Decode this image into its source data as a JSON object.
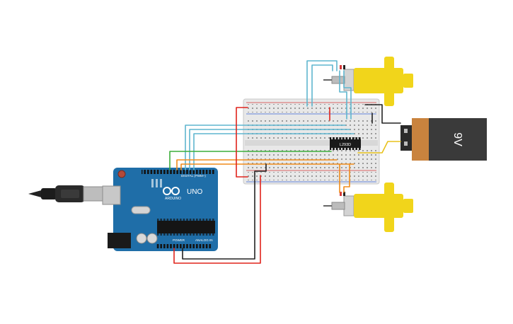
{
  "canvas": {
    "background": "#ffffff"
  },
  "battery": {
    "label": "9V",
    "body_color": "#3a3a3a",
    "cap_color": "#c9833e"
  },
  "driver_chip": {
    "label": "L293D"
  },
  "arduino": {
    "brand": "ARDUINO",
    "model": "UNO",
    "digital_label": "DIGITAL (PWM~)",
    "power_label": "POWER",
    "analog_label": "ANALOG IN",
    "board_color": "#1f6ea8"
  },
  "motors": {
    "count": 2,
    "color": "#f1d51b"
  },
  "wire_colors": {
    "red": "#e0231c",
    "black": "#222222",
    "cyan": "#5fb6cf",
    "green": "#3cae3a",
    "orange": "#f08c1b",
    "yellow": "#e8c21b"
  }
}
